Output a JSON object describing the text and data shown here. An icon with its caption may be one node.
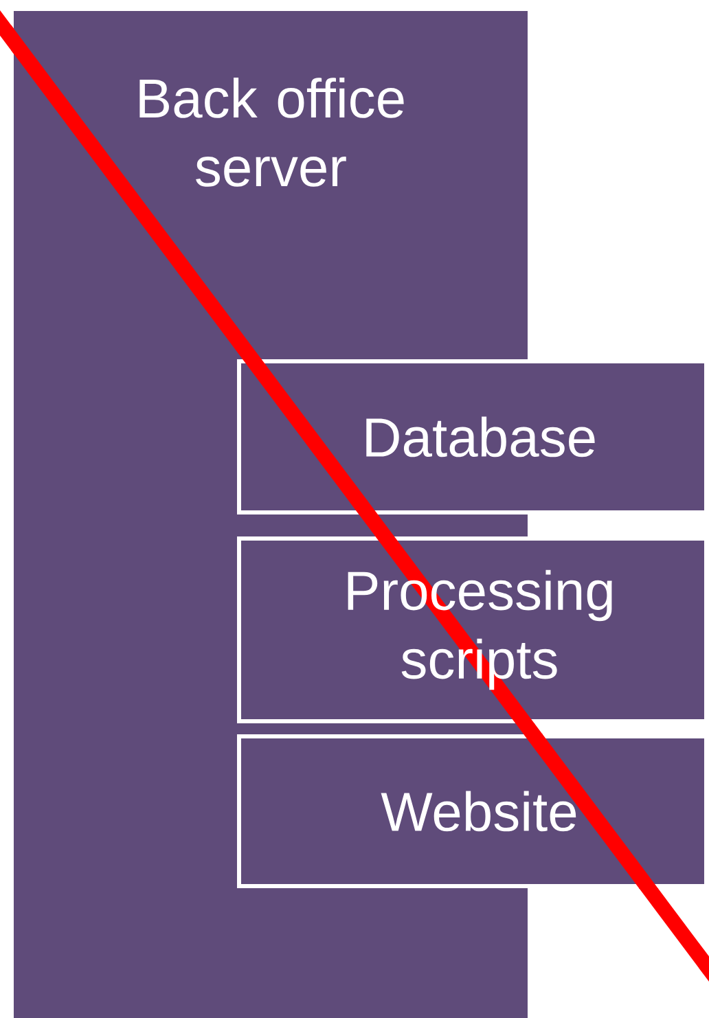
{
  "diagram": {
    "nodes": [
      {
        "text": [
          "Back office server"
        ]
      },
      {
        "text": [
          "Database"
        ]
      },
      {
        "text": [
          "Processing scripts"
        ]
      },
      {
        "text": [
          "Website"
        ]
      }
    ]
  }
}
